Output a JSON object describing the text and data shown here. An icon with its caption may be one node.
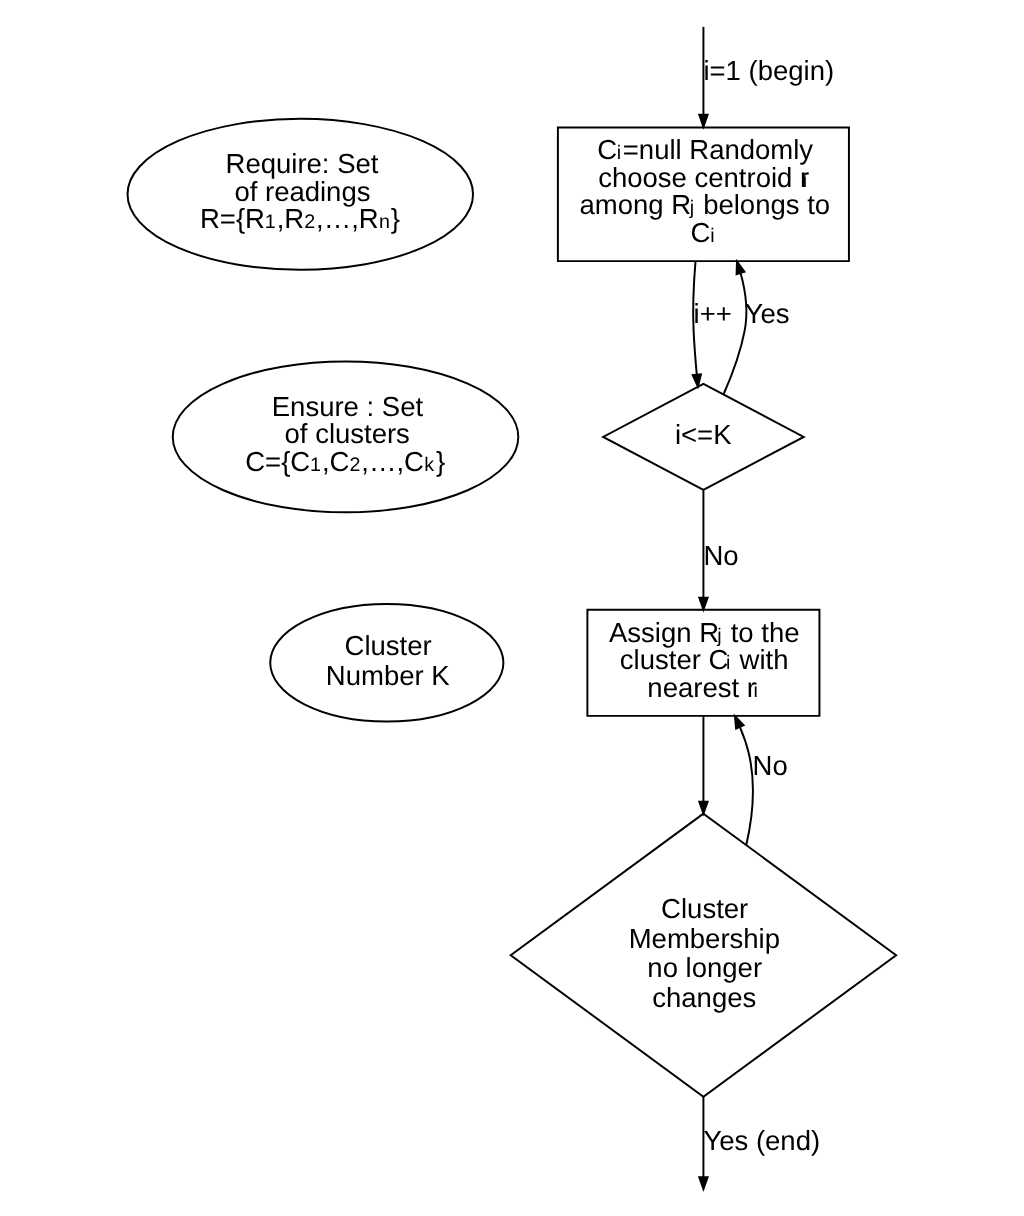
{
  "diagram": {
    "nodes": [
      {
        "text": [
          "Require: Set of readings R={R$_{1}$,R$_{2}$,…,R$_{n}$}"
        ]
      },
      {
        "text": [
          "Ensure : Set of clusters C={C$_{1}$,C$_{2}$,…,C$_{k}$}"
        ]
      },
      {
        "text": [
          "Cluster Number K"
        ]
      },
      {
        "text": [
          "C$_{i}$=null Randomly choose centroid r$_{i}$ among R$_{j}$ belongs to C$_{i}$"
        ]
      },
      {
        "text": [
          "i<=K"
        ]
      },
      {
        "text": [
          "Assign R$_{j}$ to the cluster C$_{i}$ with nearest r$_{i}$"
        ]
      },
      {
        "text": [
          "Cluster Membership no longer changes"
        ]
      }
    ],
    "edges": [
      {
        "from": null,
        "to": 3,
        "arrow": "to",
        "label": "i=1 (begin)"
      },
      {
        "from": 3,
        "to": 4,
        "arrow": "to",
        "label": "i++"
      },
      {
        "from": 4,
        "to": 3,
        "arrow": "to",
        "label": "Yes"
      },
      {
        "from": 4,
        "to": 5,
        "arrow": "to",
        "label": "No"
      },
      {
        "from": 5,
        "to": 6,
        "arrow": "to"
      },
      {
        "from": 6,
        "to": 5,
        "arrow": "to",
        "label": "No"
      },
      {
        "from": 6,
        "to": null,
        "arrow": "to",
        "label": "Yes (end)"
      }
    ]
  }
}
